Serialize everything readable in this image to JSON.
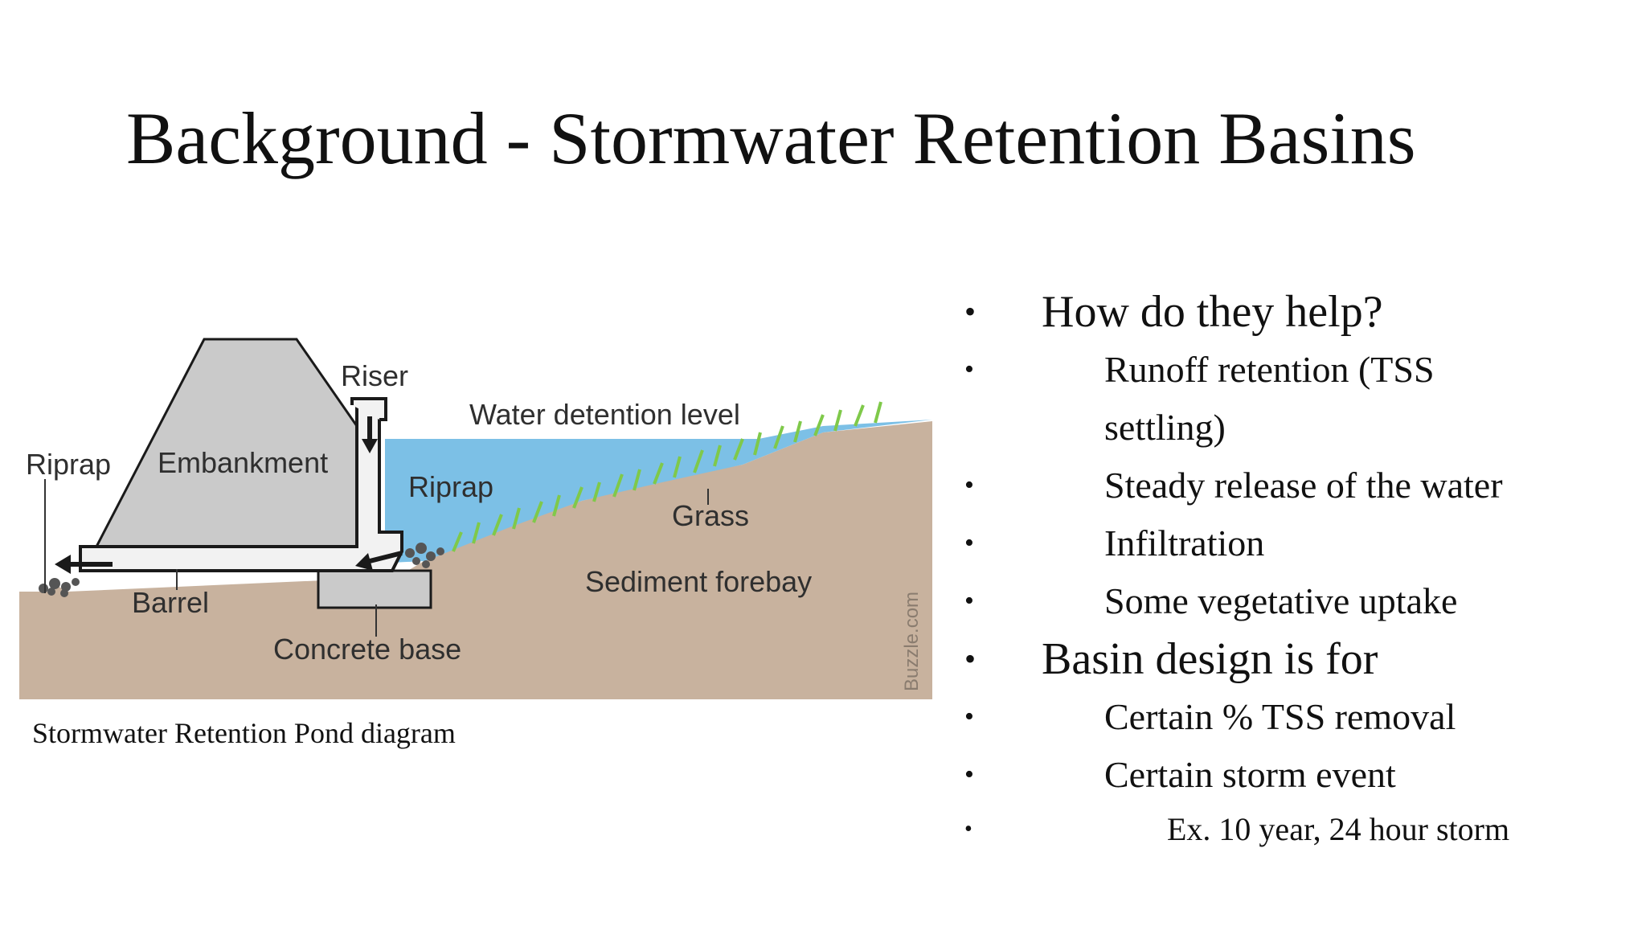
{
  "slide": {
    "title": "Background - Stormwater Retention Basins",
    "caption": "Stormwater Retention Pond diagram"
  },
  "diagram": {
    "labels": {
      "riser": "Riser",
      "water_detention_level": "Water detention level",
      "riprap_left": "Riprap",
      "embankment": "Embankment",
      "riprap_right": "Riprap",
      "grass": "Grass",
      "barrel": "Barrel",
      "sediment_forebay": "Sediment forebay",
      "concrete_base": "Concrete base",
      "watermark": "Buzzle.com"
    },
    "colors": {
      "soil": "#c8b29e",
      "embankment": "#cacaca",
      "water": "#7cc0e6",
      "grass": "#7fc94a",
      "pipe": "#f2f2f2",
      "outline": "#1a1a1a"
    }
  },
  "bullets": {
    "b1": "How do they help?",
    "b1_1a": "Runoff retention (TSS",
    "b1_1b": "settling)",
    "b1_2": "Steady release of the water",
    "b1_3": "Infiltration",
    "b1_4": "Some vegetative uptake",
    "b2": "Basin design is for",
    "b2_1": "Certain % TSS removal",
    "b2_2": "Certain storm event",
    "b2_2_1": "Ex. 10 year, 24 hour storm",
    "bullet_glyph": "•"
  }
}
